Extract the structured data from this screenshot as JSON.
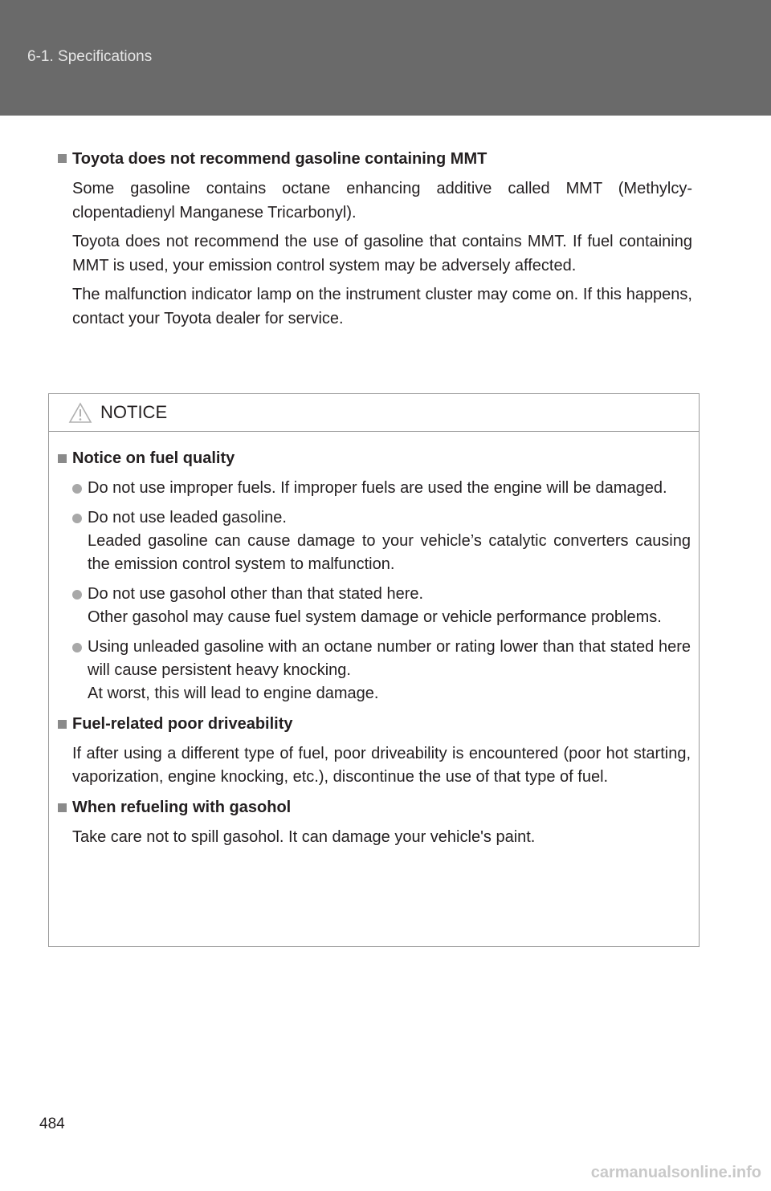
{
  "header": {
    "section": "6-1. Specifications"
  },
  "mmt": {
    "heading": "Toyota does not recommend gasoline containing MMT",
    "paragraphs": [
      "Some gasoline contains octane enhancing additive called MMT (Methylcy-clopentadienyl Manganese Tricarbonyl).",
      "Toyota does not recommend the use of gasoline that contains MMT. If fuel containing MMT is used, your emission control system may be adversely affected.",
      "The malfunction indicator lamp on the instrument cluster may come on. If this happens, contact your Toyota dealer for service."
    ]
  },
  "notice": {
    "title": "NOTICE",
    "fuel_quality": {
      "heading": "Notice on fuel quality",
      "bullets": [
        {
          "lines": [
            "Do not use improper fuels. If improper fuels are used the engine will be damaged."
          ]
        },
        {
          "lines": [
            "Do not use leaded gasoline.",
            "Leaded gasoline can cause damage to your vehicle’s catalytic converters causing the emission control system to malfunction."
          ]
        },
        {
          "lines": [
            "Do not use gasohol other than that stated here.",
            "Other gasohol may cause fuel system damage or vehicle performance problems."
          ]
        },
        {
          "lines": [
            "Using unleaded gasoline with an octane number or rating lower than that stated here will cause persistent heavy knocking.",
            "At worst, this will lead to engine damage."
          ]
        }
      ]
    },
    "driveability": {
      "heading": "Fuel-related poor driveability",
      "text": "If after using a different type of fuel, poor driveability is encountered (poor hot starting, vaporization, engine knocking, etc.), discontinue the use of that type of fuel."
    },
    "gasohol": {
      "heading": "When refueling with gasohol",
      "text": "Take care not to spill gasohol. It can damage your vehicle's paint."
    }
  },
  "page_number": "484",
  "watermark": "carmanualsonline.info"
}
